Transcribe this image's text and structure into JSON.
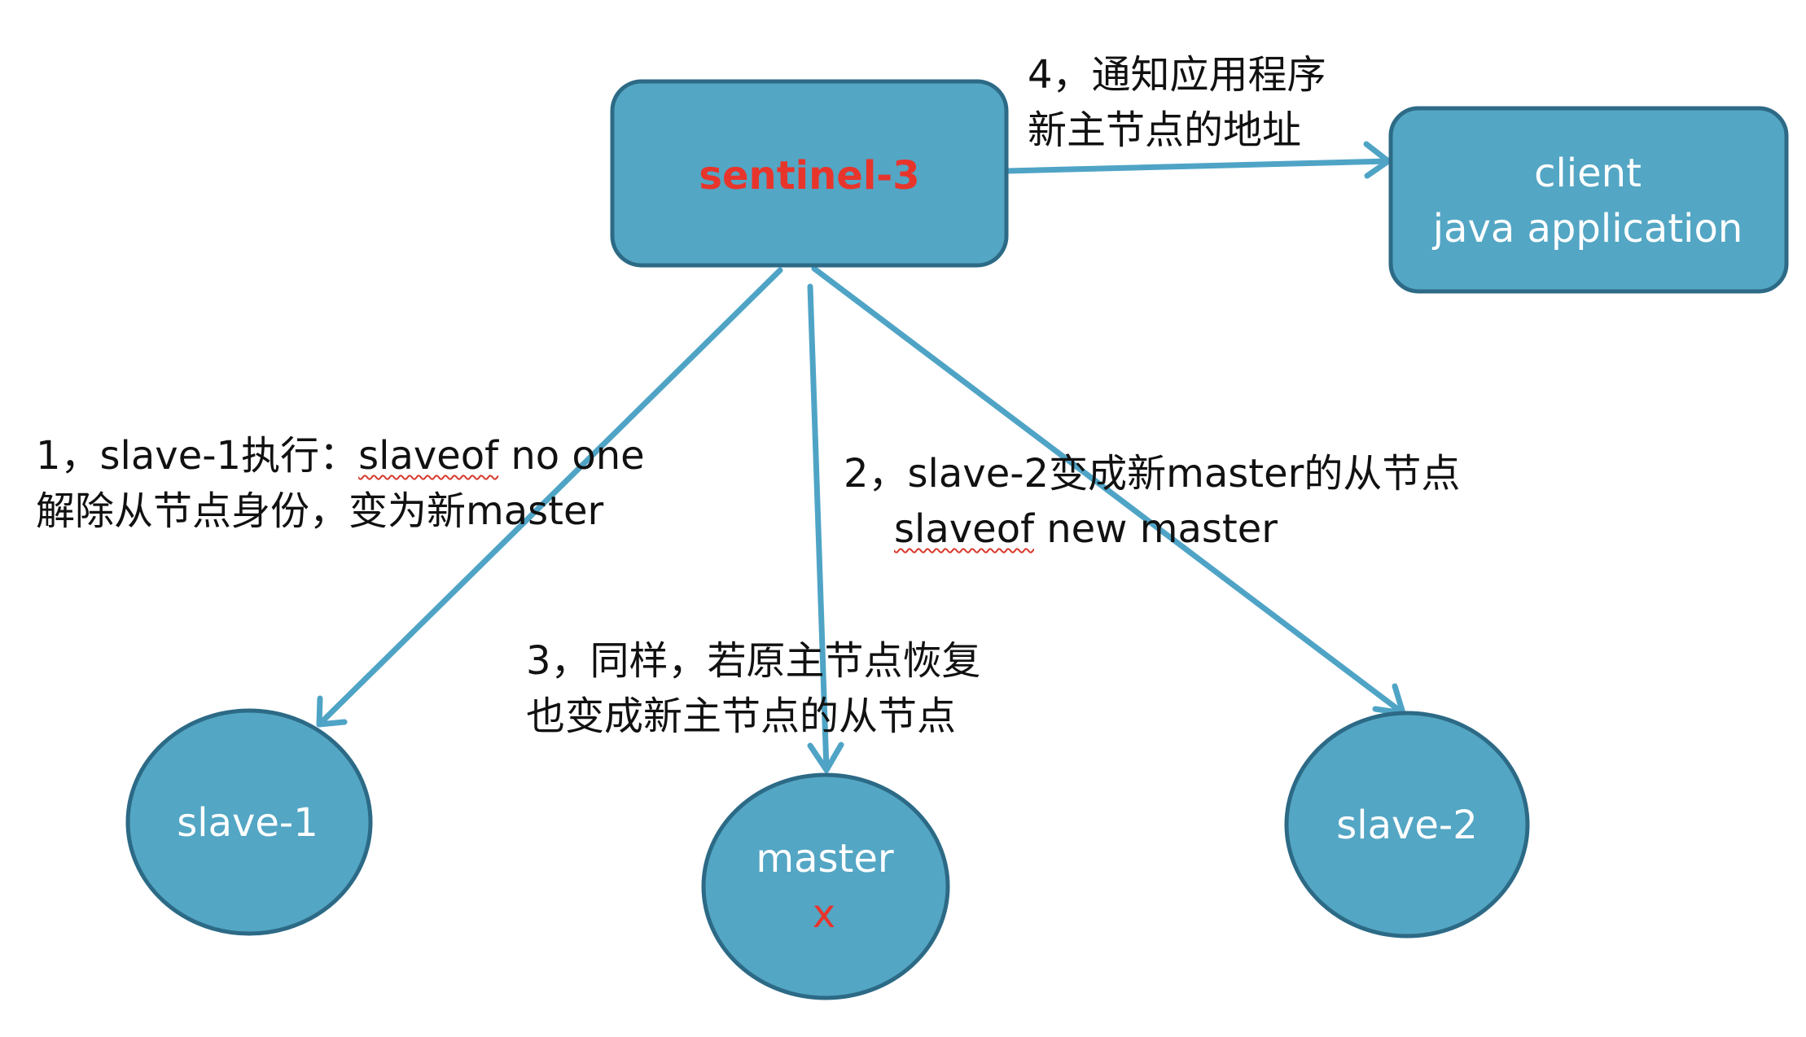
{
  "colors": {
    "node_fill": "#53a6c4",
    "node_stroke": "#2c6a86",
    "arrow": "#4fa4c6",
    "red": "#e8352c",
    "text": "#111111"
  },
  "nodes": {
    "sentinel": {
      "label": "sentinel-3"
    },
    "client": {
      "line1": "client",
      "line2": "java application"
    },
    "slave1": {
      "label": "slave-1"
    },
    "master": {
      "label": "master",
      "mark": "x"
    },
    "slave2": {
      "label": "slave-2"
    }
  },
  "steps": {
    "step1": {
      "prefix": "1，slave-1执行：",
      "cmd": "slaveof",
      "cmd_rest": " no one",
      "line2": "解除从节点身份，变为新master"
    },
    "step2": {
      "line1": "2，slave-2变成新master的从节点",
      "cmd": "slaveof",
      "cmd_rest": " new master"
    },
    "step3": {
      "line1": "3，同样，若原主节点恢复",
      "line2": "也变成新主节点的从节点"
    },
    "step4": {
      "line1": "4，通知应用程序",
      "line2": "新主节点的地址"
    }
  }
}
